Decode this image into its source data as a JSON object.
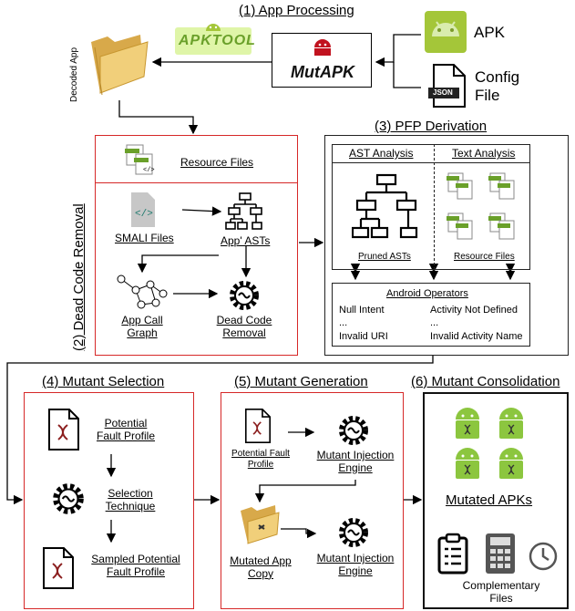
{
  "section1": {
    "title": "(1) App Processing",
    "decoded_app": "Decoded App",
    "apktool_logo": "APKTOOL",
    "mutapk_logo": "MutAPK",
    "apk_label": "APK",
    "config_label": "Config\nFile",
    "json_badge": "JSON"
  },
  "section2": {
    "title": "(2) Dead Code Removal",
    "resource_files": "Resource Files",
    "smali_files": "SMALI Files",
    "app_asts": "App' ASTs",
    "app_call_graph": "App Call\nGraph",
    "dead_code_removal": "Dead Code\nRemoval"
  },
  "section3": {
    "title": "(3) PFP Derivation",
    "ast_analysis": "AST Analysis",
    "text_analysis": "Text Analysis",
    "pruned_asts": "Pruned ASTs",
    "resource_files": "Resource Files",
    "operators_title": "Android Operators",
    "operators": [
      "Null Intent",
      "...",
      "Invalid URI",
      "Activity Not Defined",
      "...",
      "Invalid Activity Name"
    ]
  },
  "section4": {
    "title": "(4) Mutant Selection",
    "potential_fault_profile": "Potential\nFault Profile",
    "selection_technique": "Selection\nTechnique",
    "sampled_profile": "Sampled Potential\nFault Profile"
  },
  "section5": {
    "title": "(5) Mutant Generation",
    "potential_fault_profile": "Potential Fault\nProfile",
    "mutant_injection_engine_1": "Mutant Injection\nEngine",
    "mutated_app_copy": "Mutated App\nCopy",
    "mutant_injection_engine_2": "Mutant Injection\nEngine"
  },
  "section6": {
    "title": "(6) Mutant Consolidation",
    "mutated_apks": "Mutated APKs",
    "complementary_files": "Complementary\nFiles"
  },
  "colors": {
    "red": "#d62828",
    "android_green": "#a4c639",
    "folder": "#e9c46a"
  }
}
